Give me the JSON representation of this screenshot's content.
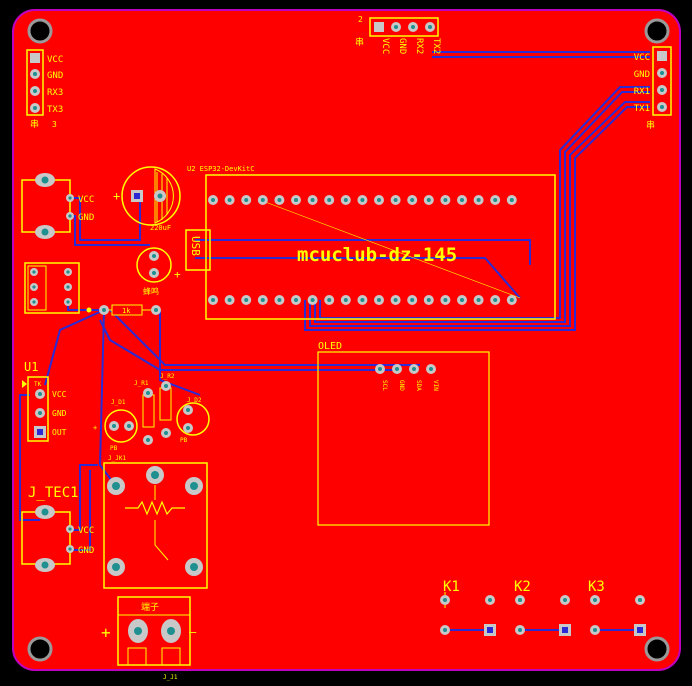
{
  "board": {
    "title": "mcuclub-dz-145",
    "colors": {
      "background": "#000000",
      "copper": "#ff0000",
      "silk": "#ffff00",
      "trace": "#2b2bd6",
      "pad": "#c8c8c8",
      "hole": "#1f8f8f",
      "outline": "#c000c0"
    }
  },
  "header_left": {
    "pins": [
      "VCC",
      "GND",
      "RX3",
      "TX3"
    ],
    "side_label": "串",
    "side_num": "3"
  },
  "header_top": {
    "pins": [
      "VCC",
      "GND",
      "RX2",
      "TX2"
    ],
    "side_label": "串",
    "side_num": "2"
  },
  "header_right": {
    "pins": [
      "VCC",
      "GND",
      "RX1",
      "TX1"
    ],
    "side_label": "串"
  },
  "power_conn": {
    "pins": [
      "VCC",
      "GND"
    ]
  },
  "tec_conn": {
    "label": "J_TEC1",
    "pins": [
      "VCC",
      "GND"
    ]
  },
  "cap": {
    "value": "220uF",
    "polarity": "+"
  },
  "buzzer": {
    "label": "蜂鸣",
    "polarity": "+"
  },
  "mcu": {
    "label": "U2 ESP32-DevKitC",
    "usb": "USB"
  },
  "resistor_1k": {
    "value": "1k"
  },
  "u1": {
    "label": "U1",
    "pins": [
      "VCC",
      "GND",
      "OUT"
    ],
    "small": "TK"
  },
  "leds": {
    "r1": "J_R1",
    "r2": "J_R2",
    "d1": "J_D1",
    "d2": "J_D2",
    "jk1": "J_JK1",
    "d1_sub": "PB",
    "d2_sub": "PB"
  },
  "oled": {
    "label": "OLED",
    "pins": [
      "SCL",
      "GND",
      "SDA",
      "VIN"
    ]
  },
  "terminal": {
    "label": "端子",
    "plus": "+",
    "minus": "—",
    "ref": "J_J1"
  },
  "keys": [
    "K1",
    "K2",
    "K3"
  ]
}
